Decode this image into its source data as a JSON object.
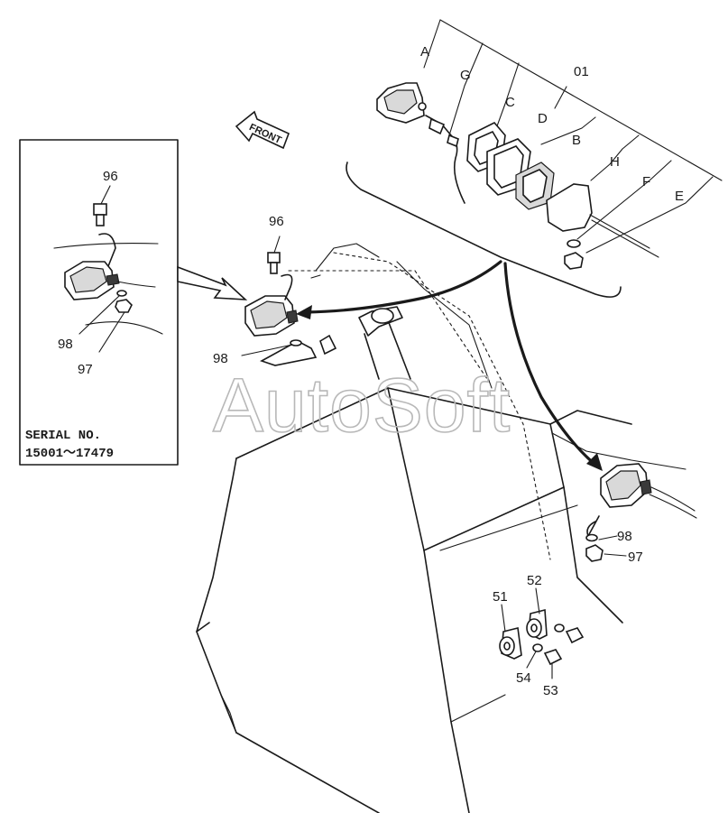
{
  "watermark": "AutoSoft",
  "front_label": "FRONT",
  "inset": {
    "serial_label": "SERIAL  NO.",
    "serial_range": "15001～17479",
    "callouts": {
      "bolt": "96",
      "washer": "98",
      "nut": "97"
    }
  },
  "main_callouts": {
    "bolt": "96",
    "washer": "98"
  },
  "exploded_callouts": {
    "a": "A",
    "g": "G",
    "c": "C",
    "o1": "01",
    "d": "D",
    "b": "B",
    "h": "H",
    "f": "F",
    "e": "E"
  },
  "rear_lamp_callouts": {
    "washer": "98",
    "nut": "97"
  },
  "bracket_callouts": {
    "p51": "51",
    "p52": "52",
    "p54": "54",
    "p53": "53"
  }
}
